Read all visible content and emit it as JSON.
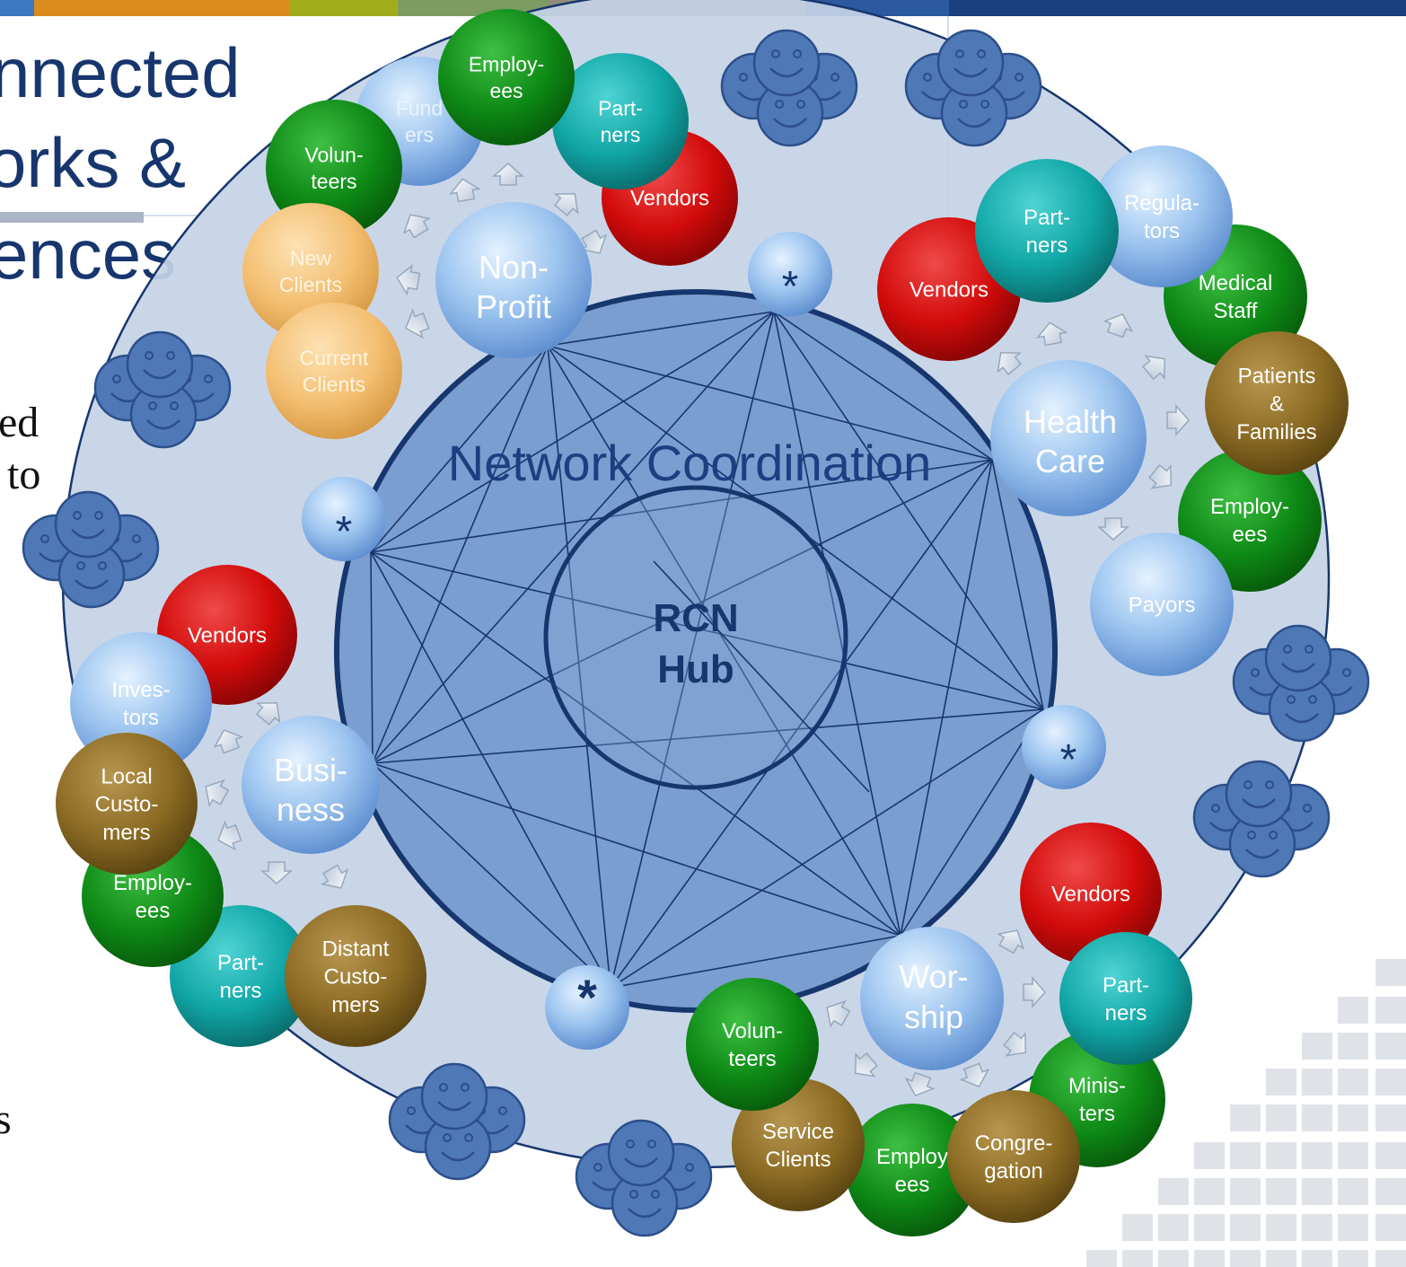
{
  "title_fragments": [
    "nnected",
    "orks &",
    "ences"
  ],
  "body_fragments": [
    "ed",
    "to",
    "s"
  ],
  "hub": {
    "line1": "RCN",
    "line2": "Hub"
  },
  "ring_label": "Network Coordination",
  "sectors": {
    "nonprofit": {
      "line1": "Non-",
      "line2": "Profit"
    },
    "healthcare": {
      "line1": "Health",
      "line2": "Care"
    },
    "business": {
      "line1": "Busi-",
      "line2": "ness"
    },
    "worship": {
      "line1": "Wor-",
      "line2": "ship"
    }
  },
  "asterisk": "*",
  "stakeholders": {
    "np_funders": [
      "Fund",
      "ers"
    ],
    "np_employees": [
      "Employ-",
      "ees"
    ],
    "np_partners": [
      "Part-",
      "ners"
    ],
    "np_vendors": [
      "Vendors"
    ],
    "np_volunteers": [
      "Volun-",
      "teers"
    ],
    "np_new_clients": [
      "New",
      "Clients"
    ],
    "np_current_clients": [
      "Current",
      "Clients"
    ],
    "hc_vendors": [
      "Vendors"
    ],
    "hc_partners": [
      "Part-",
      "ners"
    ],
    "hc_regulators": [
      "Regula-",
      "tors"
    ],
    "hc_medical_staff": [
      "Medical",
      "Staff"
    ],
    "hc_patients": [
      "Patients",
      "&",
      "Families"
    ],
    "hc_employees": [
      "Employ-",
      "ees"
    ],
    "hc_payors": [
      "Payors"
    ],
    "bz_vendors": [
      "Vendors"
    ],
    "bz_investors": [
      "Inves-",
      "tors"
    ],
    "bz_local_customers": [
      "Local",
      "Custo-",
      "mers"
    ],
    "bz_employees": [
      "Employ-",
      "ees"
    ],
    "bz_partners": [
      "Part-",
      "ners"
    ],
    "bz_distant_customers": [
      "Distant",
      "Custo-",
      "mers"
    ],
    "w_vendors": [
      "Vendors"
    ],
    "w_partners": [
      "Part-",
      "ners"
    ],
    "w_ministers": [
      "Minis-",
      "ters"
    ],
    "w_congregation": [
      "Congre-",
      "gation"
    ],
    "w_employees": [
      "Employ",
      "ees"
    ],
    "w_service_clients": [
      "Service",
      "Clients"
    ],
    "w_volunteers": [
      "Volun-",
      "teers"
    ]
  },
  "colors": {
    "navy": "#17366e",
    "ring_fill": "#c4d2e6",
    "inner_fill": "#7a9ecf",
    "blue_bubble": "#9cc4ef",
    "green_bubble": "#0e8a16",
    "teal_bubble": "#11a6a6",
    "red_bubble": "#d20b0b",
    "gold_bubble": "#8c6c24",
    "peach_bubble": "#f3bf72",
    "smiley_fill": "#4f78b6",
    "top_bar": [
      "#3b78c0",
      "#d98c1c",
      "#a0ad1a",
      "#7d9c62",
      "#8d8d7a",
      "#2b5aa0",
      "#1a3f7f"
    ]
  }
}
